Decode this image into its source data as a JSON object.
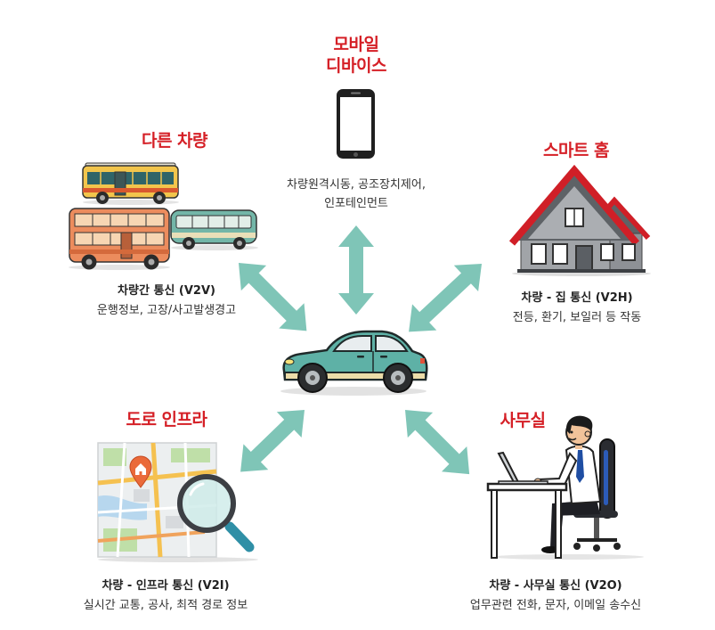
{
  "diagram": {
    "center": {
      "icon": "car-icon"
    },
    "nodes": {
      "mobile": {
        "title_lines": [
          "모바일",
          "디바이스"
        ],
        "desc_lines": [
          "차량원격시동, 공조장치제어,",
          "인포테인먼트"
        ],
        "icon": "smartphone-icon"
      },
      "vehicle": {
        "title": "다른 차량",
        "subtitle": "차량간 통신 (V2V)",
        "desc": "운행정보, 고장/사고발생경고",
        "icon": "bus-icon"
      },
      "home": {
        "title": "스마트 홈",
        "subtitle": "차량 - 집 통신 (V2H)",
        "desc": "전등, 환기, 보일러 등 작동",
        "icon": "house-icon"
      },
      "infra": {
        "title": "도로 인프라",
        "subtitle": "차량 - 인프라 통신 (V2I)",
        "desc": "실시간 교통, 공사, 최적 경로 정보",
        "icon": "map-magnifier-icon"
      },
      "office": {
        "title": "사무실",
        "subtitle": "차량 - 사무실 통신 (V2O)",
        "desc": "업무관련 전화, 문자, 이메일 송수신",
        "icon": "office-worker-icon"
      }
    }
  },
  "colors": {
    "title": "#d51f26",
    "arrow": "#7fc5b7",
    "text": "#222222",
    "car": "#5eb1a6"
  }
}
